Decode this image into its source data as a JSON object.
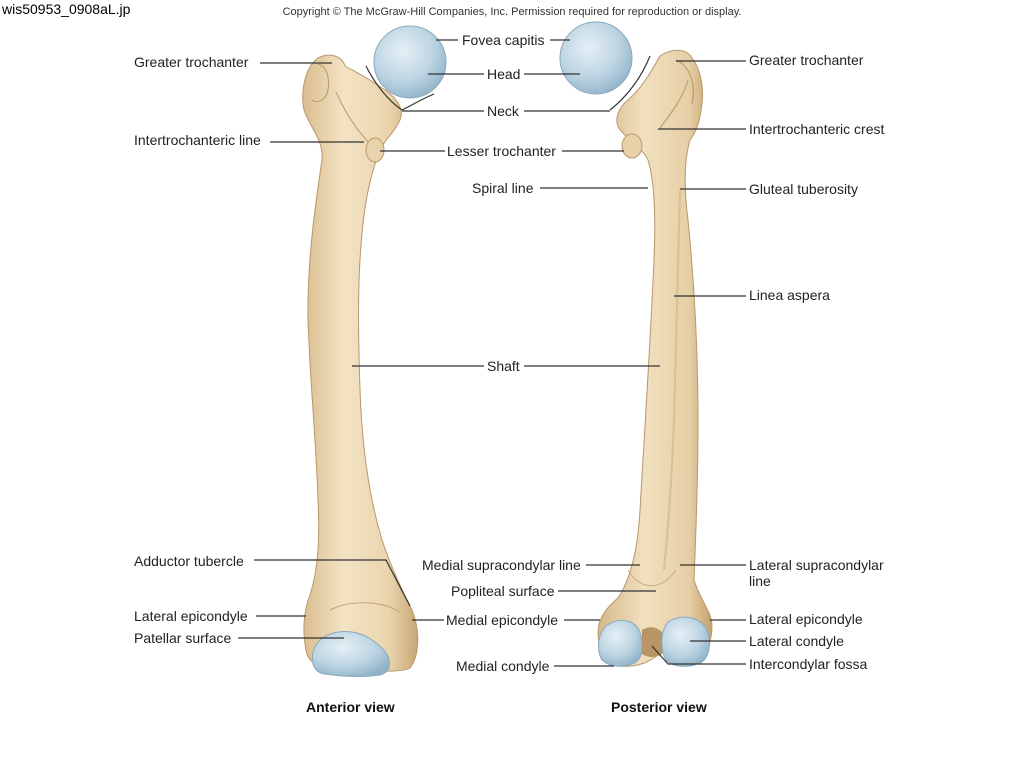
{
  "filename": "wis50953_0908aL.jp",
  "copyright": "Copyright © The McGraw-Hill Companies, Inc.  Permission required for reproduction or display.",
  "views": {
    "anterior": "Anterior view",
    "posterior": "Posterior view"
  },
  "labels": {
    "greater_trochanter_left": "Greater trochanter",
    "intertrochanteric_line": "Intertrochanteric line",
    "fovea_capitis": "Fovea capitis",
    "head": "Head",
    "neck": "Neck",
    "lesser_trochanter": "Lesser trochanter",
    "spiral_line": "Spiral line",
    "greater_trochanter_right": "Greater trochanter",
    "intertrochanteric_crest": "Intertrochanteric crest",
    "gluteal_tuberosity": "Gluteal tuberosity",
    "linea_aspera": "Linea aspera",
    "shaft": "Shaft",
    "adductor_tubercle": "Adductor tubercle",
    "lateral_epicondyle_left": "Lateral epicondyle",
    "patellar_surface": "Patellar surface",
    "medial_supracondylar_line": "Medial supracondylar line",
    "popliteal_surface": "Popliteal surface",
    "medial_epicondyle": "Medial epicondyle",
    "medial_condyle": "Medial condyle",
    "lateral_supracondylar_line_1": "Lateral supracondylar",
    "lateral_supracondylar_line_2": "line",
    "lateral_epicondyle_right": "Lateral epicondyle",
    "lateral_condyle": "Lateral condyle",
    "intercondylar_fossa": "Intercondylar fossa"
  },
  "colors": {
    "bone": "#ecd8b4",
    "bone_shadow": "#c9a978",
    "cartilage": "#b9d2e0",
    "cartilage_light": "#dbe9f1",
    "leader": "#333333"
  }
}
